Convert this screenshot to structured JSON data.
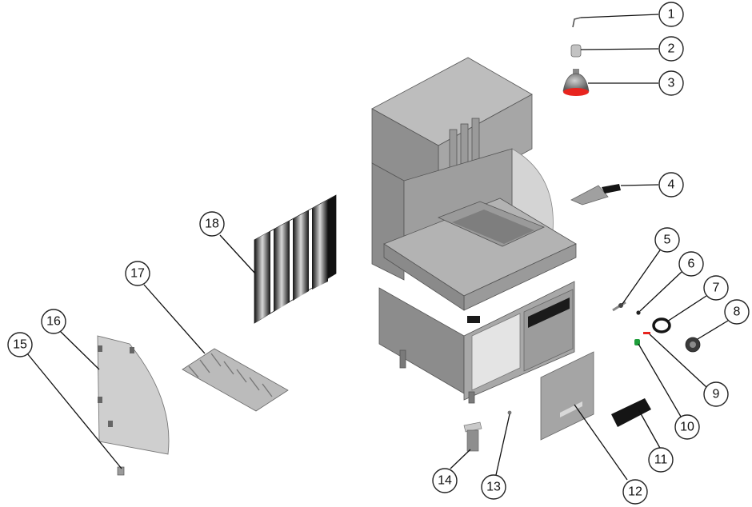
{
  "diagram": {
    "kind": "exploded-parts-view",
    "part_numbers": [
      "1",
      "2",
      "3",
      "4",
      "5",
      "6",
      "7",
      "8",
      "9",
      "10",
      "11",
      "12",
      "13",
      "14",
      "15",
      "16",
      "17",
      "18"
    ]
  },
  "colors": {
    "steel_light": "#c9c9c9",
    "steel_mid": "#a9a9a9",
    "steel_dark": "#8a8a8a",
    "black": "#151515",
    "red": "#e8241e",
    "green": "#1f9e3b"
  }
}
